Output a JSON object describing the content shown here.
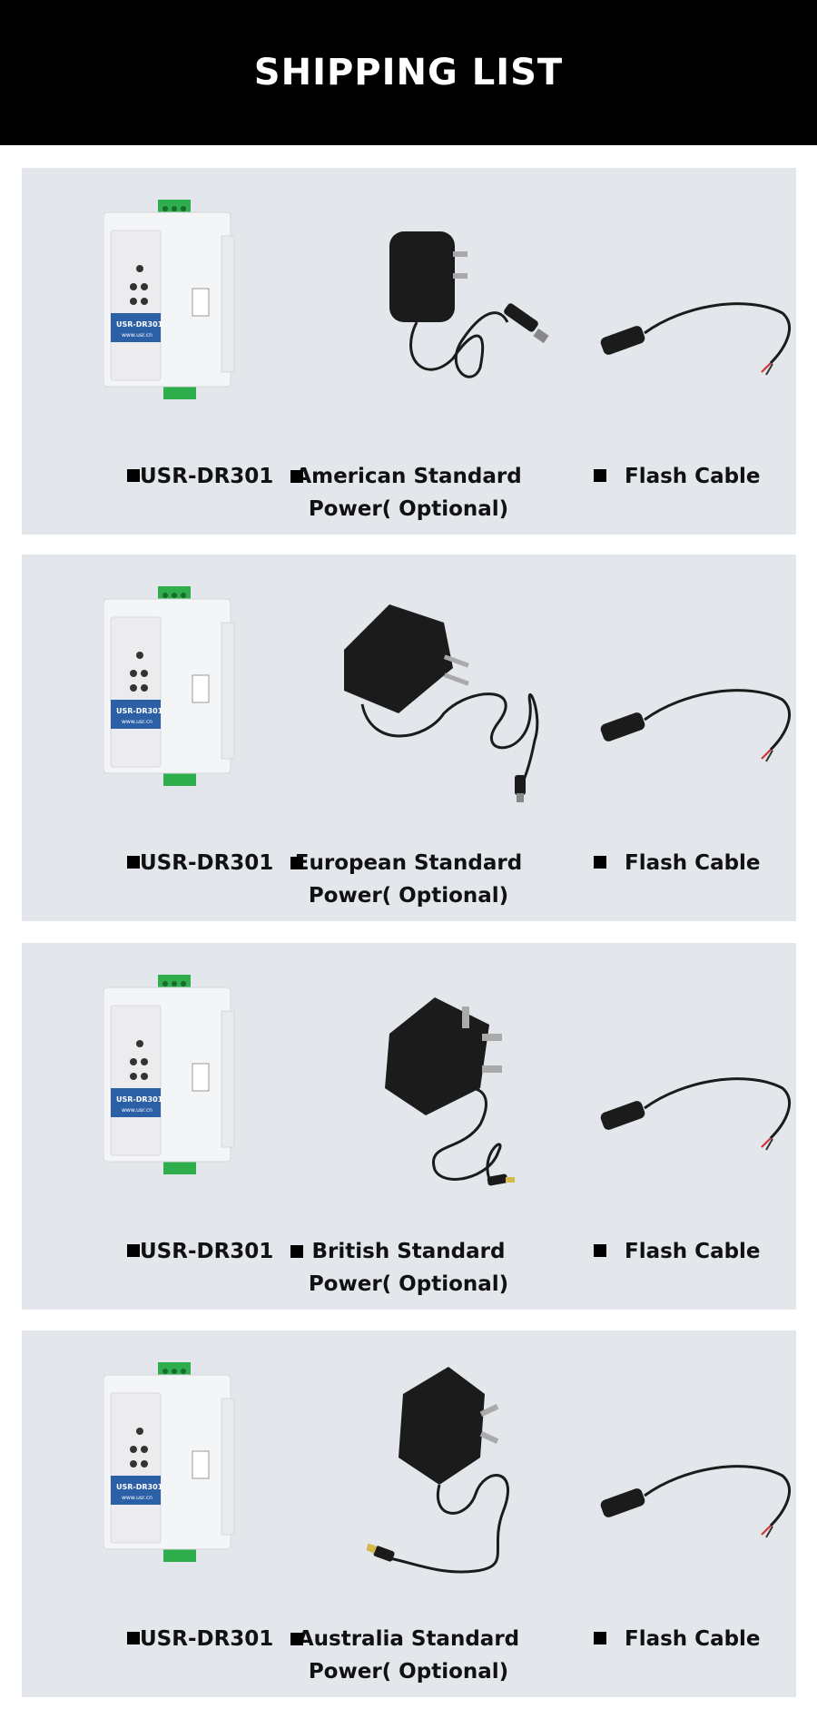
{
  "header": {
    "title": "SHIPPING LIST"
  },
  "colors": {
    "header_bg": "#000000",
    "panel_bg": "#e3e6ea",
    "terminal_green": "#2fae4e",
    "brand_blue": "#2b5fa6"
  },
  "panels": [
    {
      "device": {
        "label": "USR-DR301",
        "brand_text": "USR-DR301",
        "site_text": "www.usr.cn",
        "icon": "din-rail-converter-icon"
      },
      "power": {
        "line1": "American Standard",
        "line2": "Power( Optional)",
        "icon": "us-power-adapter-icon"
      },
      "cable": {
        "label": "Flash Cable",
        "icon": "dc-flash-cable-icon"
      }
    },
    {
      "device": {
        "label": "USR-DR301",
        "brand_text": "USR-DR301",
        "site_text": "www.usr.cn",
        "icon": "din-rail-converter-icon"
      },
      "power": {
        "line1": "European Standard",
        "line2": "Power( Optional)",
        "icon": "eu-power-adapter-icon"
      },
      "cable": {
        "label": "Flash Cable",
        "icon": "dc-flash-cable-icon"
      }
    },
    {
      "device": {
        "label": "USR-DR301",
        "brand_text": "USR-DR301",
        "site_text": "www.usr.cn",
        "icon": "din-rail-converter-icon"
      },
      "power": {
        "line1": "British Standard",
        "line2": "Power( Optional)",
        "icon": "uk-power-adapter-icon"
      },
      "cable": {
        "label": "Flash Cable",
        "icon": "dc-flash-cable-icon"
      }
    },
    {
      "device": {
        "label": "USR-DR301",
        "brand_text": "USR-DR301",
        "site_text": "www.usr.cn",
        "icon": "din-rail-converter-icon"
      },
      "power": {
        "line1": "Australia Standard",
        "line2": "Power( Optional)",
        "icon": "au-power-adapter-icon"
      },
      "cable": {
        "label": "Flash Cable",
        "icon": "dc-flash-cable-icon"
      }
    }
  ]
}
